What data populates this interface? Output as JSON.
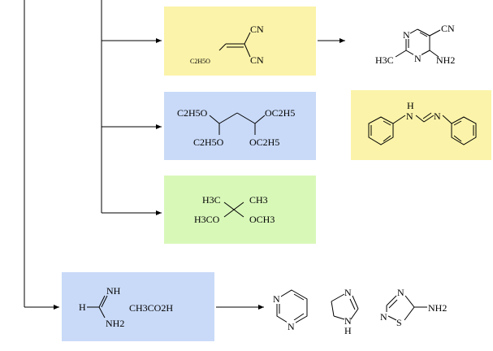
{
  "colors": {
    "yellow": "#fbf3a9",
    "blue": "#c9daf8",
    "green": "#d8f8b8",
    "line": "#000000",
    "background": "#ffffff"
  },
  "reagents": {
    "ethoxymethylene_malononitrile": {
      "cn_top": "CN",
      "cn_bottom": "CN",
      "ethoxy": "C2H5O"
    },
    "tetraethoxypropane": {
      "top_left": "C2H5O",
      "top_right": "OC2H5",
      "bottom_left": "C2H5O",
      "bottom_right": "OC2H5"
    },
    "dimethoxypropane": {
      "top_left": "H3C",
      "top_right": "CH3",
      "bottom_left": "H3CO",
      "bottom_right": "OCH3"
    },
    "formamidine_acetate": {
      "imine": "NH",
      "hydrogen": "H",
      "amine": "NH2",
      "salt": "CH3CO2H"
    }
  },
  "products": {
    "aminopyrimidine_carbonitrile": {
      "cn": "CN",
      "methyl": "H3C",
      "amine": "NH2",
      "n1": "N",
      "n2": "N"
    },
    "diphenylformamidine": {
      "nh": "H",
      "n_left": "N",
      "n_right": "N"
    },
    "pyrimidine": {
      "n1": "N",
      "n2": "N"
    },
    "imidazoline": {
      "n_top": "N",
      "nh_n": "N",
      "nh_h": "H"
    },
    "aminothiadiazole": {
      "n_top": "N",
      "n_left": "N",
      "s": "S",
      "amine": "NH2"
    }
  }
}
